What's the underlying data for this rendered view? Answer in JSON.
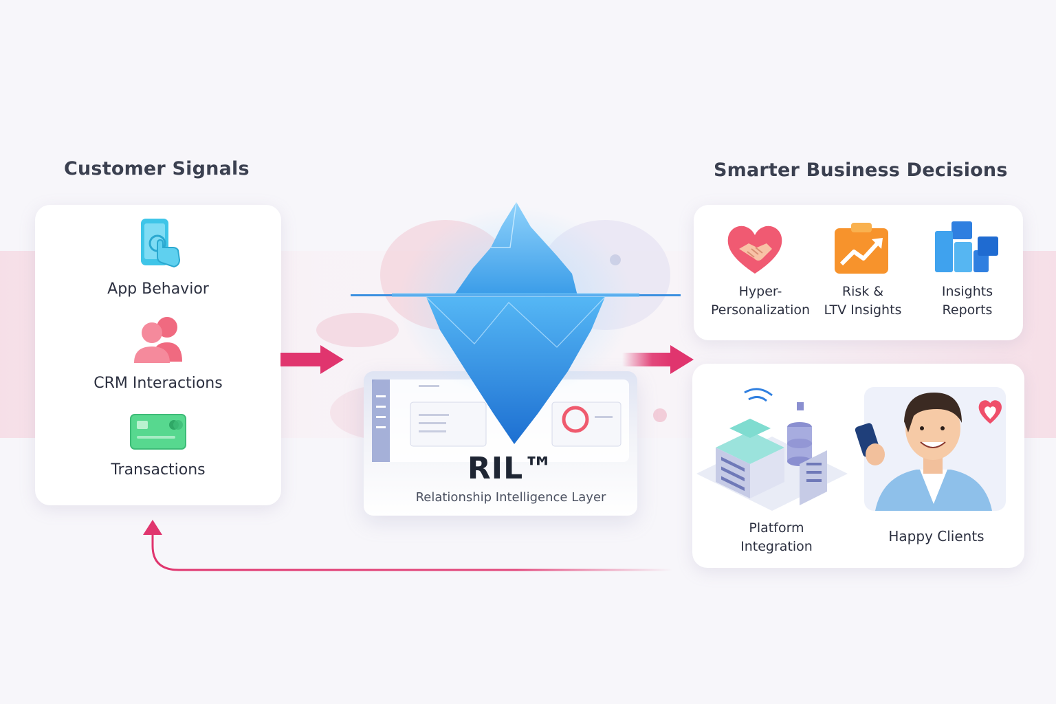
{
  "left": {
    "heading": "Customer Signals",
    "items": [
      {
        "label": "App Behavior",
        "icon": "phone-tap-icon"
      },
      {
        "label": "CRM Interactions",
        "icon": "users-icon"
      },
      {
        "label": "Transactions",
        "icon": "credit-card-icon"
      }
    ]
  },
  "center": {
    "title": "RIL™",
    "subtitle": "Relationship Intelligence Layer",
    "icon": "iceberg-icon"
  },
  "right": {
    "heading": "Smarter Business Decisions",
    "top_items": [
      {
        "line1": "Hyper-",
        "line2": "Personalization",
        "icon": "heart-handshake-icon"
      },
      {
        "line1": "Risk &",
        "line2": "LTV Insights",
        "icon": "clipboard-chart-icon"
      },
      {
        "line1": "Insights",
        "line2": "Reports",
        "icon": "report-blocks-icon"
      }
    ],
    "bottom_items": [
      {
        "line1": "Platform",
        "line2": "Integration",
        "icon": "server-platform-icon"
      },
      {
        "line1": "Happy Clients",
        "icon": "happy-client-icon"
      }
    ]
  },
  "colors": {
    "accent": "#e0356e",
    "ice": "#2f8fe0",
    "text": "#2c3040"
  }
}
